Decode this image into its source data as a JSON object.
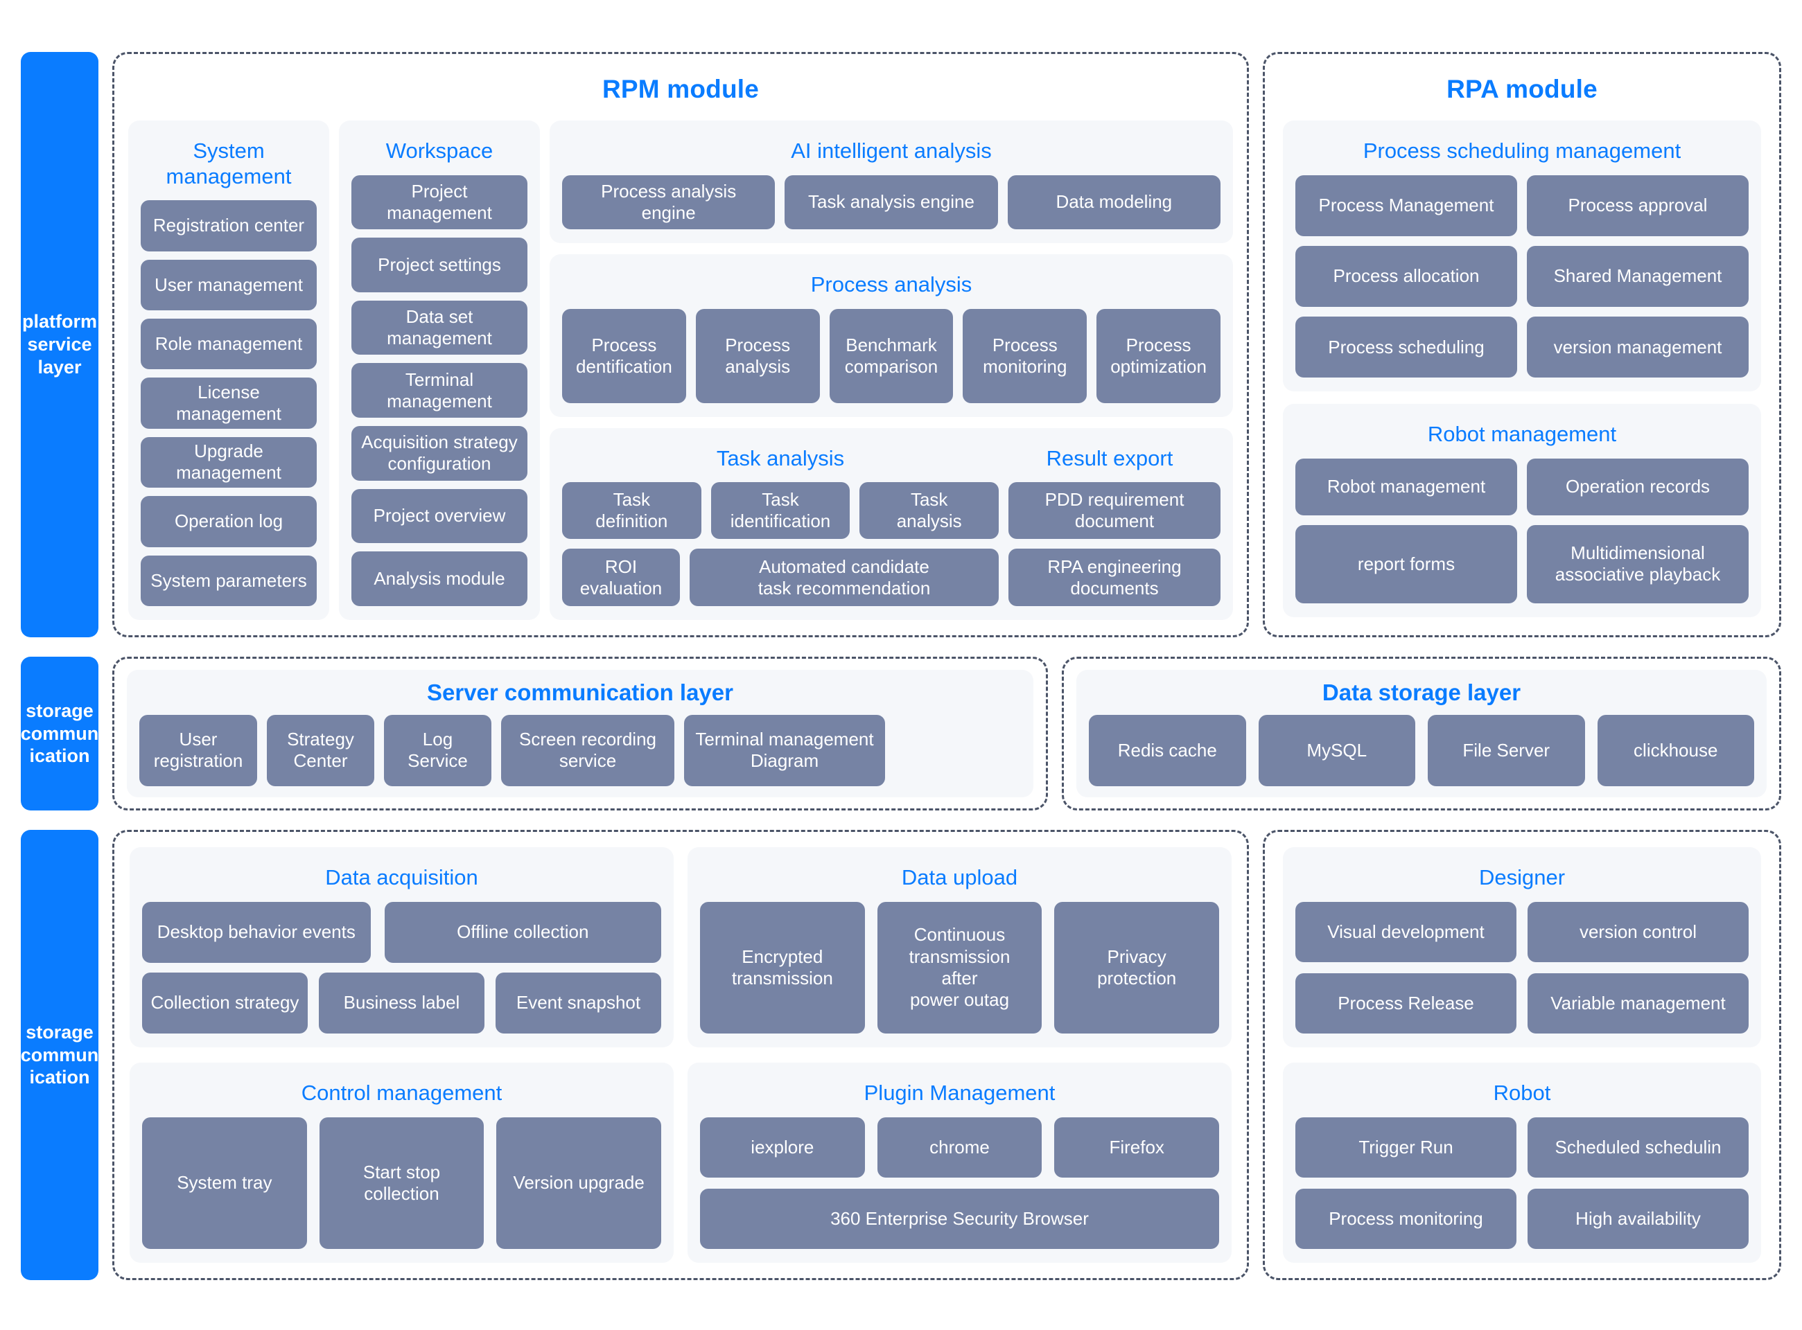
{
  "layers": {
    "platform_service": "platform\nservice\nlayer",
    "storage_communication_mid": "storage\ncommun\nication",
    "storage_communication_bottom": "storage\ncommun\nication"
  },
  "rpm_module": {
    "title": "RPM module",
    "system_management": {
      "title": "System\nmanagement",
      "items": [
        "Registration center",
        "User management",
        "Role management",
        "License\nmanagement",
        "Upgrade\nmanagement",
        "Operation log",
        "System parameters"
      ]
    },
    "workspace": {
      "title": "Workspace",
      "items": [
        "Project management",
        "Project settings",
        "Data set\nmanagement",
        "Terminal\nmanagement",
        "Acquisition strategy\nconfiguration",
        "Project overview",
        "Analysis module"
      ]
    },
    "ai_intelligent_analysis": {
      "title": "AI intelligent analysis",
      "items": [
        "Process analysis\nengine",
        "Task analysis engine",
        "Data modeling"
      ]
    },
    "process_analysis": {
      "title": "Process analysis",
      "items": [
        "Process\ndentification",
        "Process\nanalysis",
        "Benchmark\ncomparison",
        "Process\nmonitoring",
        "Process\noptimization"
      ]
    },
    "task_analysis": {
      "title": "Task analysis",
      "row1": [
        "Task\ndefinition",
        "Task\nidentification",
        "Task\nanalysis"
      ],
      "row2": [
        "ROI\nevaluation",
        "Automated candidate\ntask recommendation"
      ]
    },
    "result_export": {
      "title": "Result export",
      "items": [
        "PDD requirement\ndocument",
        "RPA engineering\ndocuments"
      ]
    }
  },
  "rpa_module": {
    "title": "RPA module",
    "process_scheduling_management": {
      "title": "Process scheduling management",
      "items": [
        "Process Management",
        "Process approval",
        "Process allocation",
        "Shared Management",
        "Process scheduling",
        "version management"
      ]
    },
    "robot_management": {
      "title": "Robot management",
      "items": [
        "Robot management",
        "Operation records",
        "report forms",
        "Multidimensional\nassociative playback"
      ]
    }
  },
  "server_communication_layer": {
    "title": "Server communication layer",
    "items": [
      "User\nregistration",
      "Strategy\nCenter",
      "Log\nService",
      "Screen recording\nservice",
      "Terminal management\nDiagram"
    ]
  },
  "data_storage_layer": {
    "title": "Data storage layer",
    "items": [
      "Redis cache",
      "MySQL",
      "File Server",
      "clickhouse"
    ]
  },
  "data_acquisition": {
    "title": "Data acquisition",
    "row1": [
      "Desktop behavior events",
      "Offline collection"
    ],
    "row2": [
      "Collection strategy",
      "Business label",
      "Event snapshot"
    ]
  },
  "data_upload": {
    "title": "Data upload",
    "items": [
      "Encrypted\ntransmission",
      "Continuous\ntransmission\nafter\npower outag",
      "Privacy\nprotection"
    ]
  },
  "control_management": {
    "title": "Control management",
    "items": [
      "System tray",
      "Start stop\ncollection",
      "Version upgrade"
    ]
  },
  "plugin_management": {
    "title": "Plugin Management",
    "row1": [
      "iexplore",
      "chrome",
      "Firefox"
    ],
    "row2": [
      "360 Enterprise Security Browser"
    ]
  },
  "designer": {
    "title": "Designer",
    "items": [
      "Visual development",
      "version control",
      "Process Release",
      "Variable management"
    ]
  },
  "robot": {
    "title": "Robot",
    "items": [
      "Trigger Run",
      "Scheduled schedulin",
      "Process monitoring",
      "High availability"
    ]
  },
  "colors": {
    "accent_blue": "#0a7cff",
    "tile_slate": "#7683a4",
    "panel_bg": "#f5f7fa",
    "dashed_border": "#4b5468",
    "page_bg": "#ffffff"
  }
}
